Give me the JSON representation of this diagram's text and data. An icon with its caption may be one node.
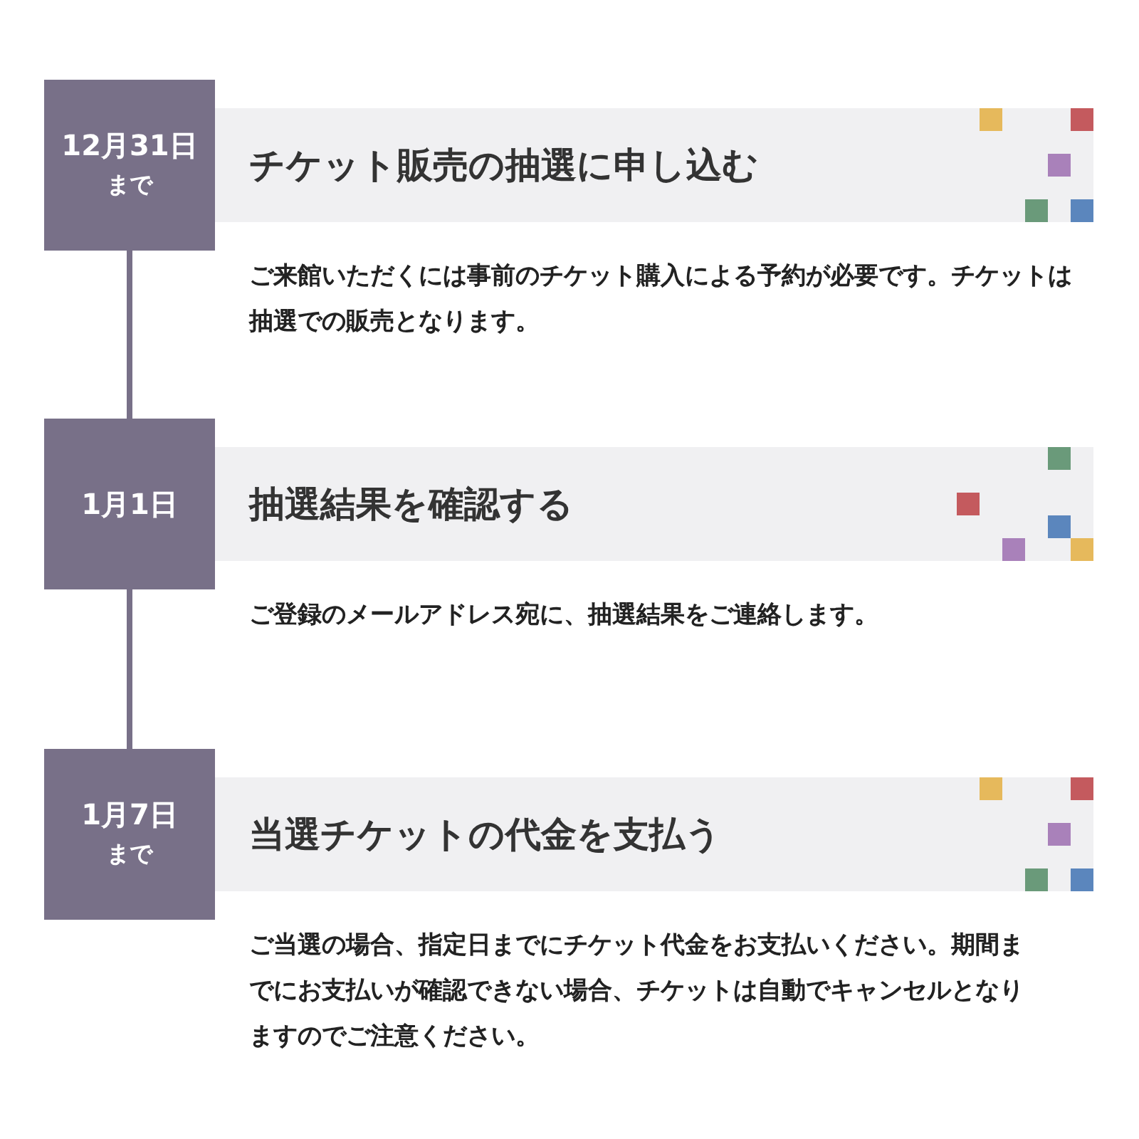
{
  "diagram": {
    "nodes": [
      {
        "text": [
          "12月31日",
          "まで"
        ]
      },
      {
        "text": [
          "チケット販売の抽選に申し込む"
        ],
        "beside": [
          "ご来館いただくには事前のチケット購入による予約が必要です。チケットは抽選での販売となります。"
        ]
      },
      {
        "text": [
          "1月1日"
        ]
      },
      {
        "text": [
          "抽選結果を確認する"
        ],
        "beside": [
          "ご登録のメールアドレス宛に、抽選結果をご連絡します。"
        ]
      },
      {
        "text": [
          "1月7日",
          "まで"
        ]
      },
      {
        "text": [
          "当選チケットの代金を支払う"
        ],
        "beside": [
          "ご当選の場合、指定日までにチケット代金をお支払いください。期間までにお支払いが確認できない場合、チケットは自動でキャンセルとなりますのでご注意ください。"
        ]
      }
    ],
    "edges": [
      {
        "from": 0,
        "to": 2,
        "arrow": "none"
      },
      {
        "from": 2,
        "to": 4,
        "arrow": "none"
      }
    ]
  }
}
